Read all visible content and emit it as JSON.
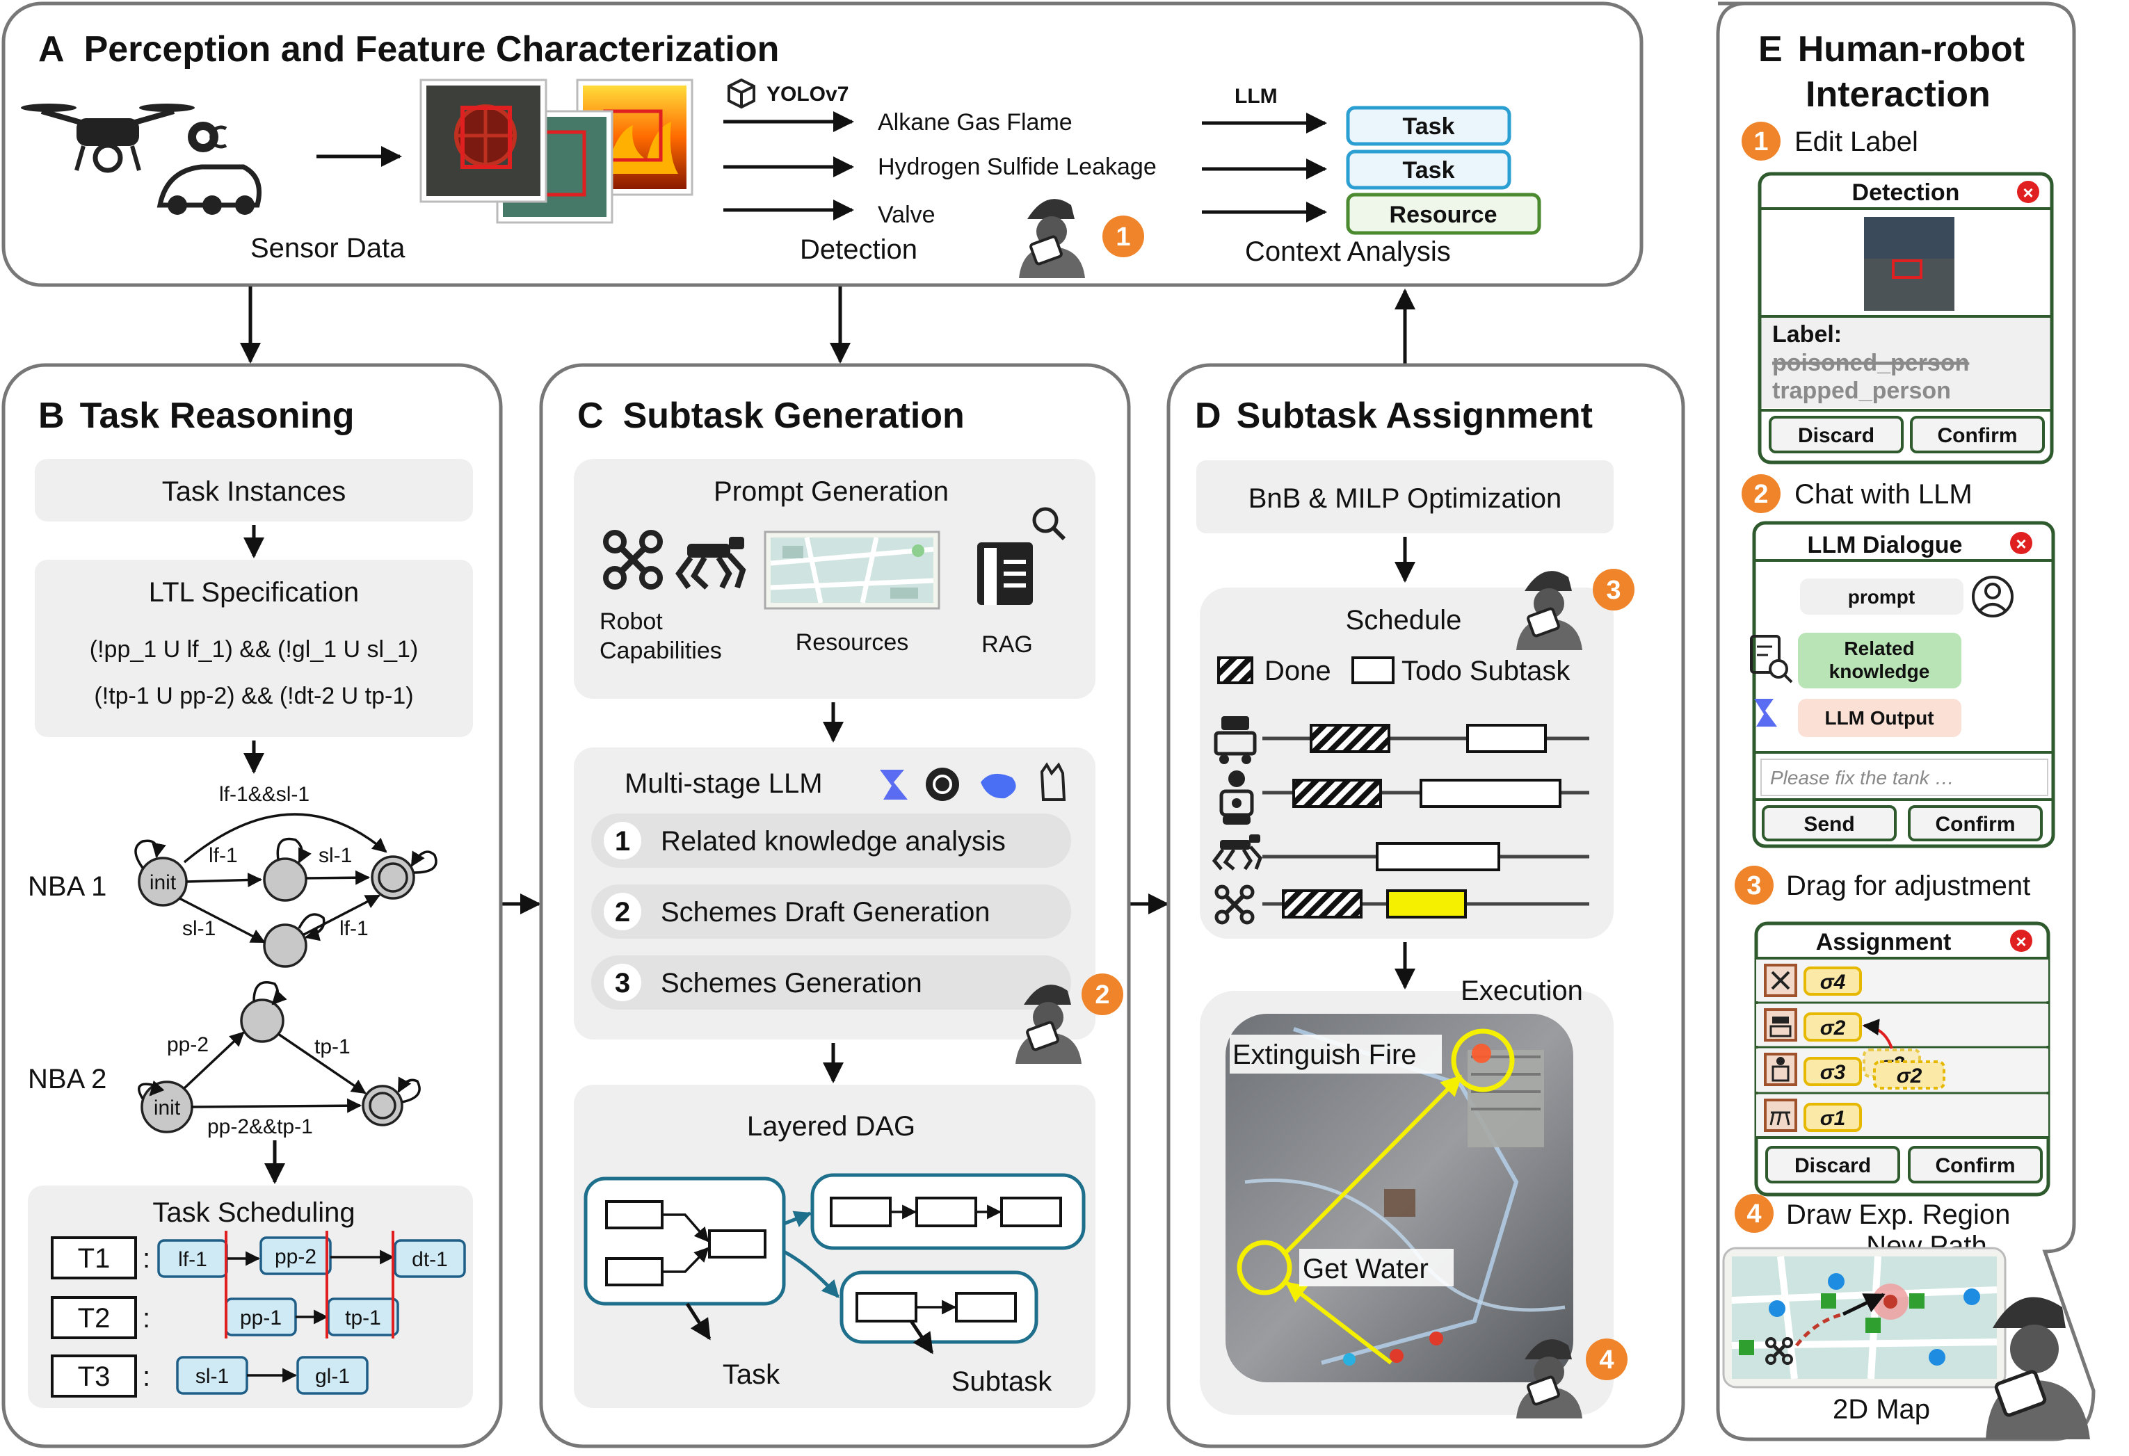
{
  "panel_a": {
    "letter": "A",
    "title": "Perception and Feature Characterization",
    "sensor_label": "Sensor Data",
    "yolo_label": "YOLOv7",
    "detections": [
      "Alkane Gas Flame",
      "Hydrogen Sulfide Leakage",
      "Valve"
    ],
    "detection_label": "Detection",
    "llm_label": "LLM",
    "context_items": [
      "Task",
      "Task",
      "Resource"
    ],
    "context_label": "Context Analysis",
    "badge": "1"
  },
  "panel_b": {
    "letter": "B",
    "title": "Task Reasoning",
    "task_instances": "Task Instances",
    "ltl_title": "LTL Specification",
    "ltl_line1": "(!pp_1 U lf_1) && (!gl_1 U sl_1)",
    "ltl_line2": "(!tp-1 U pp-2) && (!dt-2 U tp-1)",
    "nba1_label": "NBA 1",
    "nba1_edges": [
      "lf-1&&sl-1",
      "lf-1",
      "sl-1",
      "sl-1",
      "lf-1"
    ],
    "nba2_label": "NBA 2",
    "nba2_edges": [
      "pp-2",
      "tp-1",
      "pp-2&&tp-1"
    ],
    "init": "init",
    "scheduling_title": "Task Scheduling",
    "rows": [
      {
        "id": "T1",
        "chips": [
          "lf-1",
          "pp-2",
          "dt-1"
        ]
      },
      {
        "id": "T2",
        "chips": [
          "pp-1",
          "tp-1"
        ]
      },
      {
        "id": "T3",
        "chips": [
          "sl-1",
          "gl-1"
        ]
      }
    ],
    "colon": ":"
  },
  "panel_c": {
    "letter": "C",
    "title": "Subtask Generation",
    "prompt_title": "Prompt Generation",
    "robot_cap_1": "Robot",
    "robot_cap_2": "Capabilities",
    "resources": "Resources",
    "rag": "RAG",
    "multistage": "Multi-stage LLM",
    "steps": [
      {
        "n": "1",
        "label": "Related knowledge analysis"
      },
      {
        "n": "2",
        "label": "Schemes Draft Generation"
      },
      {
        "n": "3",
        "label": "Schemes Generation"
      }
    ],
    "badge": "2",
    "dag_title": "Layered DAG",
    "dag_task": "Task",
    "dag_subtask": "Subtask"
  },
  "panel_d": {
    "letter": "D",
    "title": "Subtask Assignment",
    "opt": "BnB & MILP Optimization",
    "schedule": "Schedule",
    "done": "Done",
    "todo": "Todo Subtask",
    "badge3": "3",
    "execution": "Execution",
    "extinguish": "Extinguish Fire",
    "get_water": "Get Water",
    "badge4": "4"
  },
  "panel_e": {
    "letter": "E",
    "title_1": "Human-robot",
    "title_2": "Interaction",
    "s1_n": "1",
    "s1": "Edit Label",
    "detection_card": "Detection",
    "label_key": "Label:",
    "label_old": "poisoned_person",
    "label_new": "trapped_person",
    "discard": "Discard",
    "confirm": "Confirm",
    "s2_n": "2",
    "s2": "Chat with LLM",
    "dialogue_card": "LLM Dialogue",
    "prompt": "prompt",
    "related_1": "Related",
    "related_2": "knowledge",
    "llm_output": "LLM Output",
    "placeholder": "Please fix the tank …",
    "send": "Send",
    "s3_n": "3",
    "s3": "Drag for adjustment",
    "assign_card": "Assignment",
    "sig": [
      "σ4",
      "σ2",
      "σ3",
      "σ1"
    ],
    "sig_drag": [
      "σ2",
      "σ2"
    ],
    "s4_n": "4",
    "s4": "Draw Exp. Region",
    "new_path": "New Path",
    "map_label": "2D Map"
  },
  "colors": {
    "accent_orange": "#f0842a",
    "chip_blue": "#cfe9f5",
    "dag_blue": "#1e6f8c",
    "card_green": "#2e5a2e",
    "yellow": "#f5ef00",
    "red": "#e02020"
  }
}
